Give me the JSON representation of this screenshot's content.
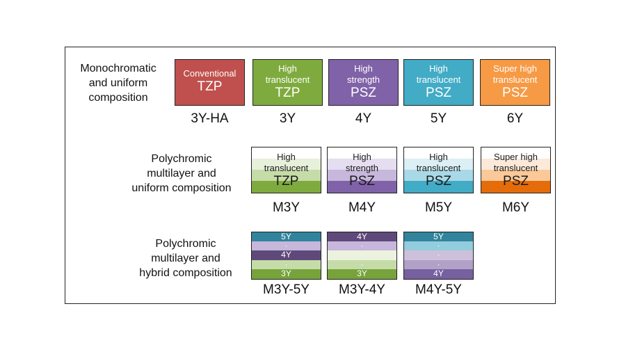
{
  "rows": {
    "mono": {
      "label": [
        "Monochromatic",
        "and uniform",
        "composition"
      ]
    },
    "poly_uniform": {
      "label": [
        "Polychromic",
        "multilayer and",
        "uniform composition"
      ]
    },
    "poly_hybrid": {
      "label": [
        "Polychromic",
        "multilayer and",
        "hybrid composition"
      ]
    }
  },
  "mono_boxes": [
    {
      "line1": "Conventional",
      "line2": "TZP",
      "caption": "3Y-HA",
      "color": "#c0504d"
    },
    {
      "line1": "High translucent",
      "line2": "TZP",
      "caption": "3Y",
      "color": "#7fab3e"
    },
    {
      "line1": "High strength",
      "line2": "PSZ",
      "caption": "4Y",
      "color": "#8062a8"
    },
    {
      "line1": "High translucent",
      "line2": "PSZ",
      "caption": "5Y",
      "color": "#42abc5"
    },
    {
      "line1": "Super high translucent",
      "line2": "PSZ",
      "caption": "6Y",
      "color": "#f79a45"
    }
  ],
  "poly_boxes": [
    {
      "line1": "High translucent",
      "line2": "TZP",
      "caption": "M3Y",
      "colors": [
        "#ffffff",
        "#e7f0da",
        "#c5dca8",
        "#7fab3e"
      ]
    },
    {
      "line1": "High strength",
      "line2": "PSZ",
      "caption": "M4Y",
      "colors": [
        "#ffffff",
        "#e5def0",
        "#c6b7db",
        "#8062a8"
      ]
    },
    {
      "line1": "High translucent",
      "line2": "PSZ",
      "caption": "M5Y",
      "colors": [
        "#ffffff",
        "#dbeff5",
        "#a9d9e6",
        "#42abc5"
      ]
    },
    {
      "line1": "Super high translucent",
      "line2": "PSZ",
      "caption": "M6Y",
      "colors": [
        "#ffffff",
        "#fde9d9",
        "#fbc999",
        "#e46c0a"
      ]
    }
  ],
  "hybrid_boxes": [
    {
      "caption": "M3Y-5Y",
      "top": "5Y",
      "mid": "4Y",
      "bottom": "3Y",
      "colors": [
        "#31849b",
        "#c6b7db",
        "#5f497a",
        "#c5dca8",
        "#77a33b"
      ]
    },
    {
      "caption": "M3Y-4Y",
      "top": "4Y",
      "mid": "",
      "bottom": "3Y",
      "colors": [
        "#5f497a",
        "#c6b7db",
        "#ebf3df",
        "#c5dca8",
        "#77a33b"
      ]
    },
    {
      "caption": "M4Y-5Y",
      "top": "5Y",
      "mid": "",
      "bottom": "4Y",
      "colors": [
        "#31849b",
        "#93cddd",
        "#ccc0da",
        "#b2a1c7",
        "#7660a0"
      ]
    }
  ]
}
